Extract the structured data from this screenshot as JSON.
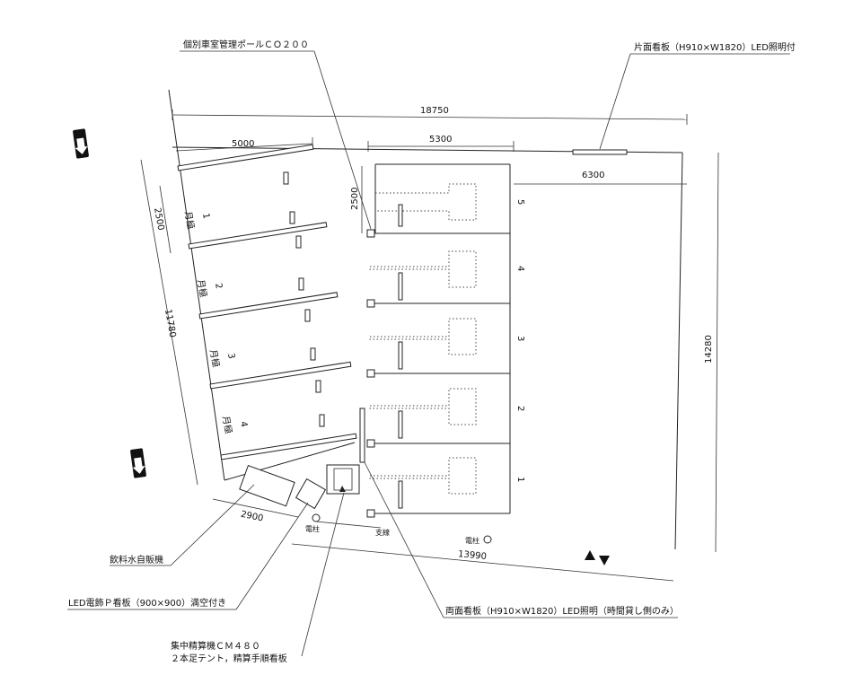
{
  "callouts": {
    "pole": "個別車室管理ポールＣＯ２００",
    "sign_single": "片面看板（H910×W1820）LED照明付",
    "vending": "飲料水自販機",
    "led_sign": "LED電飾Ｐ看板（900×900）満空付き",
    "pay_machine_1": "集中精算機ＣＭ４８０",
    "pay_machine_2": "２本足テント，精算手順看板",
    "sign_double": "両面看板（H910×W1820）LED照明（時間貸し側のみ）"
  },
  "dimensions": {
    "overall_top": "18750",
    "left_stalls_width": "5000",
    "right_stalls_width": "5300",
    "right_aisle": "6300",
    "stall_depth_right": "2500",
    "stall_depth_left": "2500",
    "left_side": "11780",
    "right_side": "14280",
    "bottom": "13990",
    "front_left": "2900"
  },
  "left_stalls": [
    {
      "num": "1",
      "label": "月極"
    },
    {
      "num": "2",
      "label": "月極"
    },
    {
      "num": "3",
      "label": "月極"
    },
    {
      "num": "4",
      "label": "月極"
    }
  ],
  "right_stalls": [
    "5",
    "4",
    "3",
    "2",
    "1"
  ],
  "ground_labels": {
    "pole1": "電柱",
    "support": "支線",
    "pole2": "電柱"
  },
  "colors": {
    "ink": "#222222",
    "paper": "#ffffff"
  }
}
